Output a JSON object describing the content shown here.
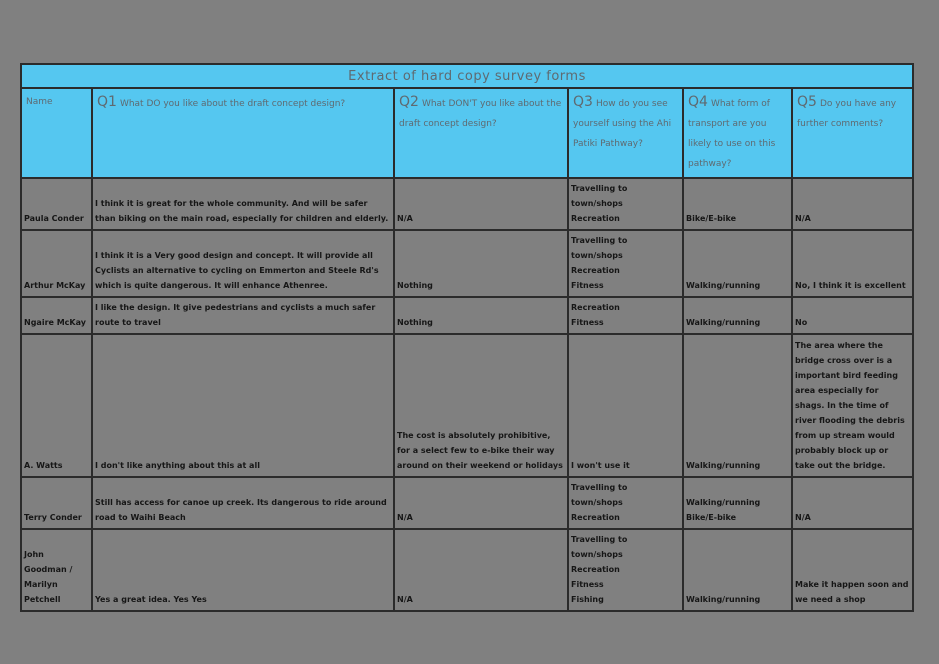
{
  "colors": {
    "page_bg": "#808080",
    "accent_cyan": "#55c7f0",
    "border": "#2b2b2b",
    "header_text": "#5f6a71",
    "body_text": "#161616"
  },
  "title": "Extract of hard copy survey forms",
  "header": {
    "name": "Name",
    "questions": [
      {
        "num": "Q1",
        "text": "What DO you like about the draft concept design?"
      },
      {
        "num": "Q2",
        "text": "What DON'T you like about the draft concept design?"
      },
      {
        "num": "Q3",
        "text": "How do you see yourself using the Ahi Patiki Pathway?"
      },
      {
        "num": "Q4",
        "text": "What form of transport are you likely to use on this pathway?"
      },
      {
        "num": "Q5",
        "text": "Do you have any further comments?"
      }
    ]
  },
  "rows": [
    {
      "name": "Paula Conder",
      "q1": "I think it is great for the whole community. And will be safer than biking on the main road, especially for children and elderly.",
      "q2": "N/A",
      "q3": "Travelling to town/shops\nRecreation",
      "q4": "Bike/E-bike",
      "q5": "N/A"
    },
    {
      "name": "Arthur McKay",
      "q1": "I think it is a Very good design and concept. It will provide all Cyclists an alternative to cycling on Emmerton and Steele Rd's which is quite dangerous. It will enhance Athenree.",
      "q2": "Nothing",
      "q3": "Travelling to town/shops\nRecreation\nFitness",
      "q4": "Walking/running",
      "q5": "No, I think it is excellent"
    },
    {
      "name": "Ngaire McKay",
      "q1": "I like the design. It give pedestrians and cyclists a much safer route to travel",
      "q2": "Nothing",
      "q3": "Recreation\nFitness",
      "q4": "Walking/running",
      "q5": "No"
    },
    {
      "name": "A. Watts",
      "q1": "I don't like anything about this at all",
      "q2": "The cost is absolutely prohibitive, for a select few to e-bike their way around on their weekend or holidays",
      "q3": "I won't use it",
      "q4": "Walking/running",
      "q5": "The area where the bridge cross over is a important bird feeding area especially for shags. In the time of river flooding the debris from up stream would probably block up or take out the bridge."
    },
    {
      "name": "Terry Conder",
      "q1": "Still has access for canoe up creek. Its dangerous to ride around road to Waihi Beach",
      "q2": "N/A",
      "q3": "Travelling to town/shops\nRecreation",
      "q4": "Walking/running\nBike/E-bike",
      "q5": "N/A"
    },
    {
      "name": "John Goodman / Marilyn Petchell",
      "q1": "Yes a great idea. Yes Yes",
      "q2": "N/A",
      "q3": "Travelling to town/shops\nRecreation\nFitness\nFishing",
      "q4": "Walking/running",
      "q5": "Make it happen soon and we need a shop"
    }
  ]
}
